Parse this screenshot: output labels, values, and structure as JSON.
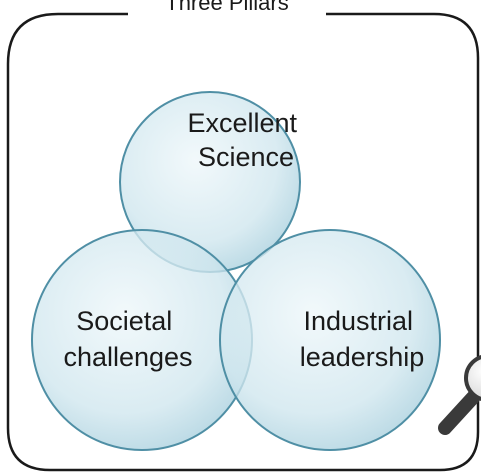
{
  "frame": {
    "title": "Three Pillars"
  },
  "pillars": [
    {
      "id": "excellent-science",
      "lines": [
        "Excellent",
        "Science"
      ]
    },
    {
      "id": "societal-challenges",
      "lines": [
        "Societal",
        "challenges"
      ]
    },
    {
      "id": "industrial-leadership",
      "lines": [
        "Industrial",
        "leadership"
      ]
    }
  ],
  "colors": {
    "circle_fill": "#cfe6ee",
    "circle_stroke": "#4f8fa5",
    "frame_stroke": "#1a1a1a",
    "magnifier_handle": "#3a3a3a"
  },
  "icons": {
    "corner": "magnifier-icon"
  }
}
